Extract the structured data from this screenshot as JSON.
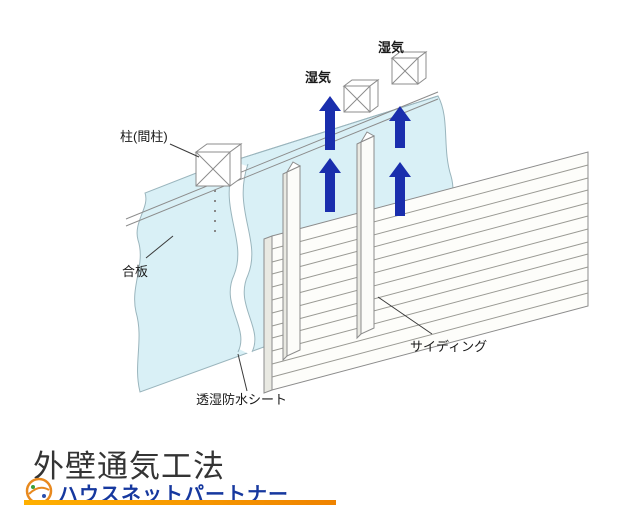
{
  "diagram": {
    "labels": {
      "moisture_left": "湿気",
      "moisture_right": "湿気",
      "pillar": "柱(間柱)",
      "plywood": "合板",
      "breathable_sheet": "透湿防水シート",
      "siding": "サイディング"
    },
    "colors": {
      "sheet_fill": "#d9f0f6",
      "arrow_blue": "#1a2ead",
      "moisture_text_blue": "#2a38c8",
      "line_gray": "#8c8c8c",
      "brand_blue": "#16389f",
      "underline_orange": "#f59b00"
    }
  },
  "footer": {
    "title": "外壁通気工法",
    "brand_name": "ハウスネットパートナー"
  }
}
